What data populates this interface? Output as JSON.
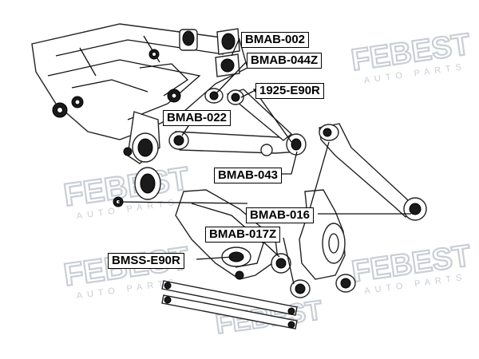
{
  "watermark": {
    "brand": "FEBEST",
    "subtitle": "AUTO PARTS"
  },
  "labels": {
    "bmab002": "BMAB-002",
    "bmab044z": "BMAB-044Z",
    "e90r1925": "1925-E90R",
    "bmab022": "BMAB-022",
    "bmab043": "BMAB-043",
    "bmab016": "BMAB-016",
    "bmab017z": "BMAB-017Z",
    "bmsse90r": "BMSS-E90R"
  }
}
